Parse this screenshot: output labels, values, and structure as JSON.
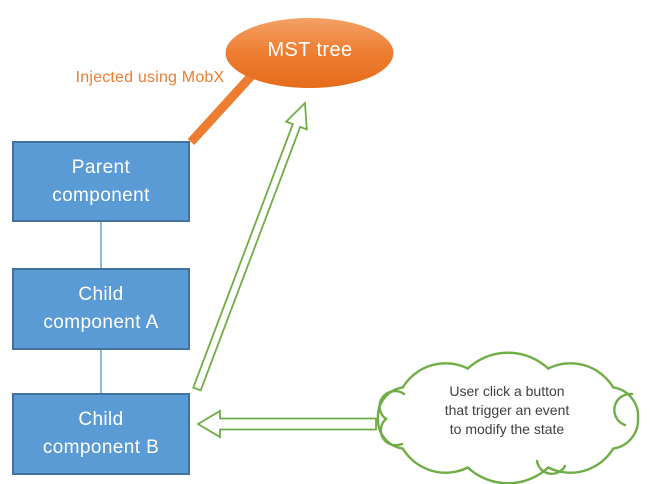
{
  "mst_tree": {
    "label": "MST tree"
  },
  "labels": {
    "injected": "Injected using MobX"
  },
  "boxes": [
    {
      "id": "parent-component",
      "lines": [
        "Parent",
        "component"
      ]
    },
    {
      "id": "child-component-a",
      "lines": [
        "Child",
        "component A"
      ]
    },
    {
      "id": "child-component-b",
      "lines": [
        "Child",
        "component B"
      ]
    }
  ],
  "cloud": {
    "lines": [
      "User click a button",
      "that trigger an event",
      "to modify the state"
    ]
  },
  "colors": {
    "orange": "#ED7D31",
    "orange_gradient_top": "#F4A166",
    "orange_gradient_bottom": "#E56C1C",
    "blue_fill": "#5B9BD5",
    "blue_border": "#41719C",
    "green": "#70AD47",
    "box_text": "#FFFFFF",
    "cloud_text": "#3F3F3F"
  }
}
